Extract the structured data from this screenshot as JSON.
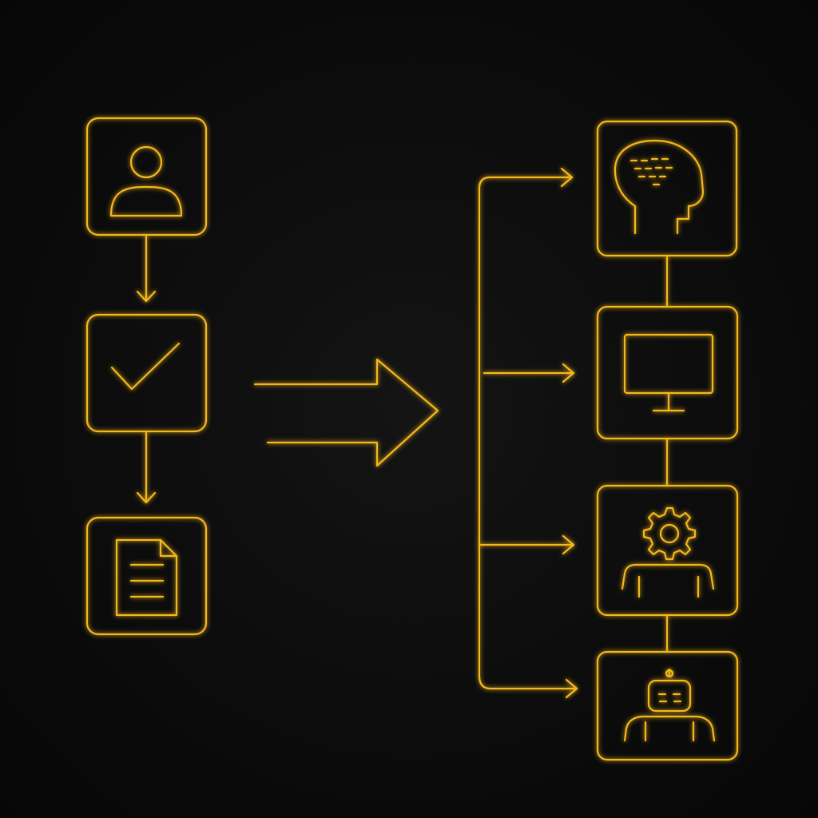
{
  "colors": {
    "background": "#0b0b0b",
    "accent": "#f5b81c",
    "accent_glow": "#ffb000"
  },
  "diagram": {
    "type": "flow",
    "left_column": {
      "nodes": [
        {
          "id": "user",
          "icon": "user-icon"
        },
        {
          "id": "verify",
          "icon": "checkmark-icon"
        },
        {
          "id": "document",
          "icon": "document-icon"
        }
      ]
    },
    "center_arrow": {
      "icon": "big-right-arrow-icon"
    },
    "right_column": {
      "nodes": [
        {
          "id": "ai-brain",
          "icon": "brain-head-icon"
        },
        {
          "id": "monitor",
          "icon": "monitor-icon"
        },
        {
          "id": "operator",
          "icon": "gear-head-person-icon"
        },
        {
          "id": "robot",
          "icon": "robot-icon"
        }
      ]
    },
    "edges": [
      {
        "from": "user",
        "to": "verify"
      },
      {
        "from": "verify",
        "to": "document"
      },
      {
        "from": "left_column",
        "to": "right_column"
      },
      {
        "from": "branch",
        "to": "ai-brain"
      },
      {
        "from": "branch",
        "to": "monitor"
      },
      {
        "from": "branch",
        "to": "operator"
      },
      {
        "from": "branch",
        "to": "robot"
      },
      {
        "from": "ai-brain",
        "to": "monitor"
      },
      {
        "from": "monitor",
        "to": "operator"
      },
      {
        "from": "operator",
        "to": "robot"
      }
    ]
  }
}
